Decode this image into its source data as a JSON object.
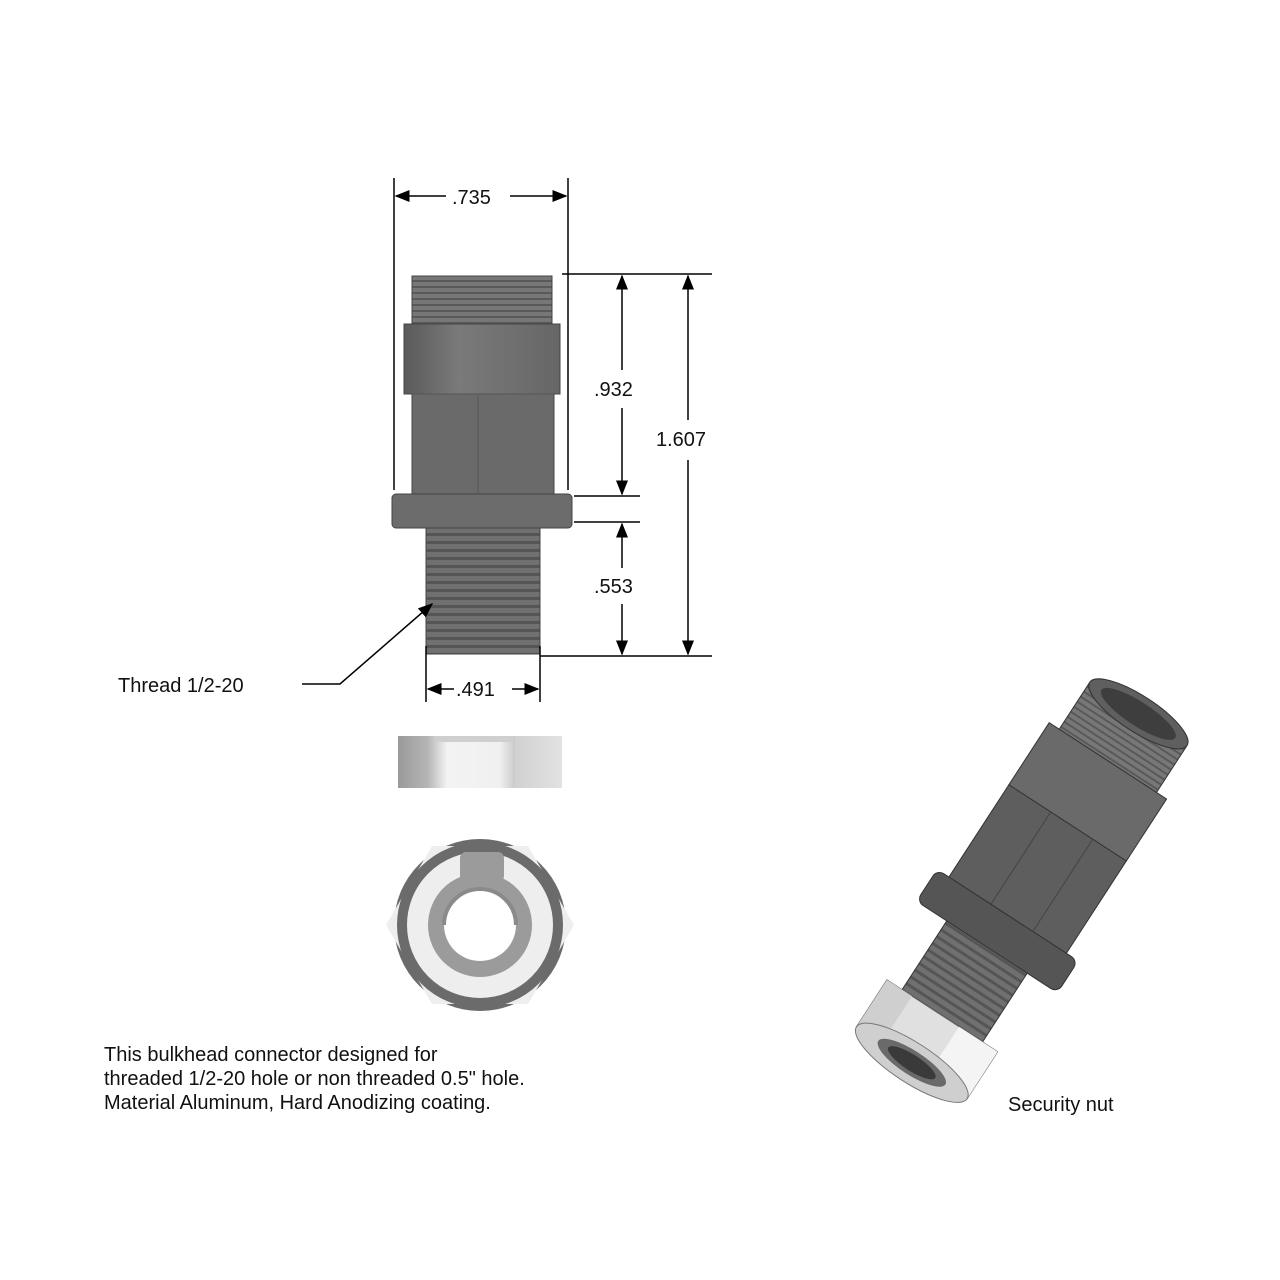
{
  "dimensions": {
    "overall_width": ".735",
    "upper_height": ".932",
    "total_height": "1.607",
    "thread_length": ".553",
    "thread_diameter": ".491"
  },
  "labels": {
    "thread_callout": "Thread 1/2-20",
    "security_nut_caption": "Security nut"
  },
  "description": {
    "lines": [
      "This bulkhead connector designed for",
      "threaded 1/2-20 hole or non threaded 0.5\" hole.",
      "Material Aluminum, Hard Anodizing coating."
    ]
  },
  "colors": {
    "body_gray": "#6e6e6e",
    "body_dark": "#4a4a4a",
    "nut_light": "#e6e6e6",
    "line": "#000000"
  }
}
